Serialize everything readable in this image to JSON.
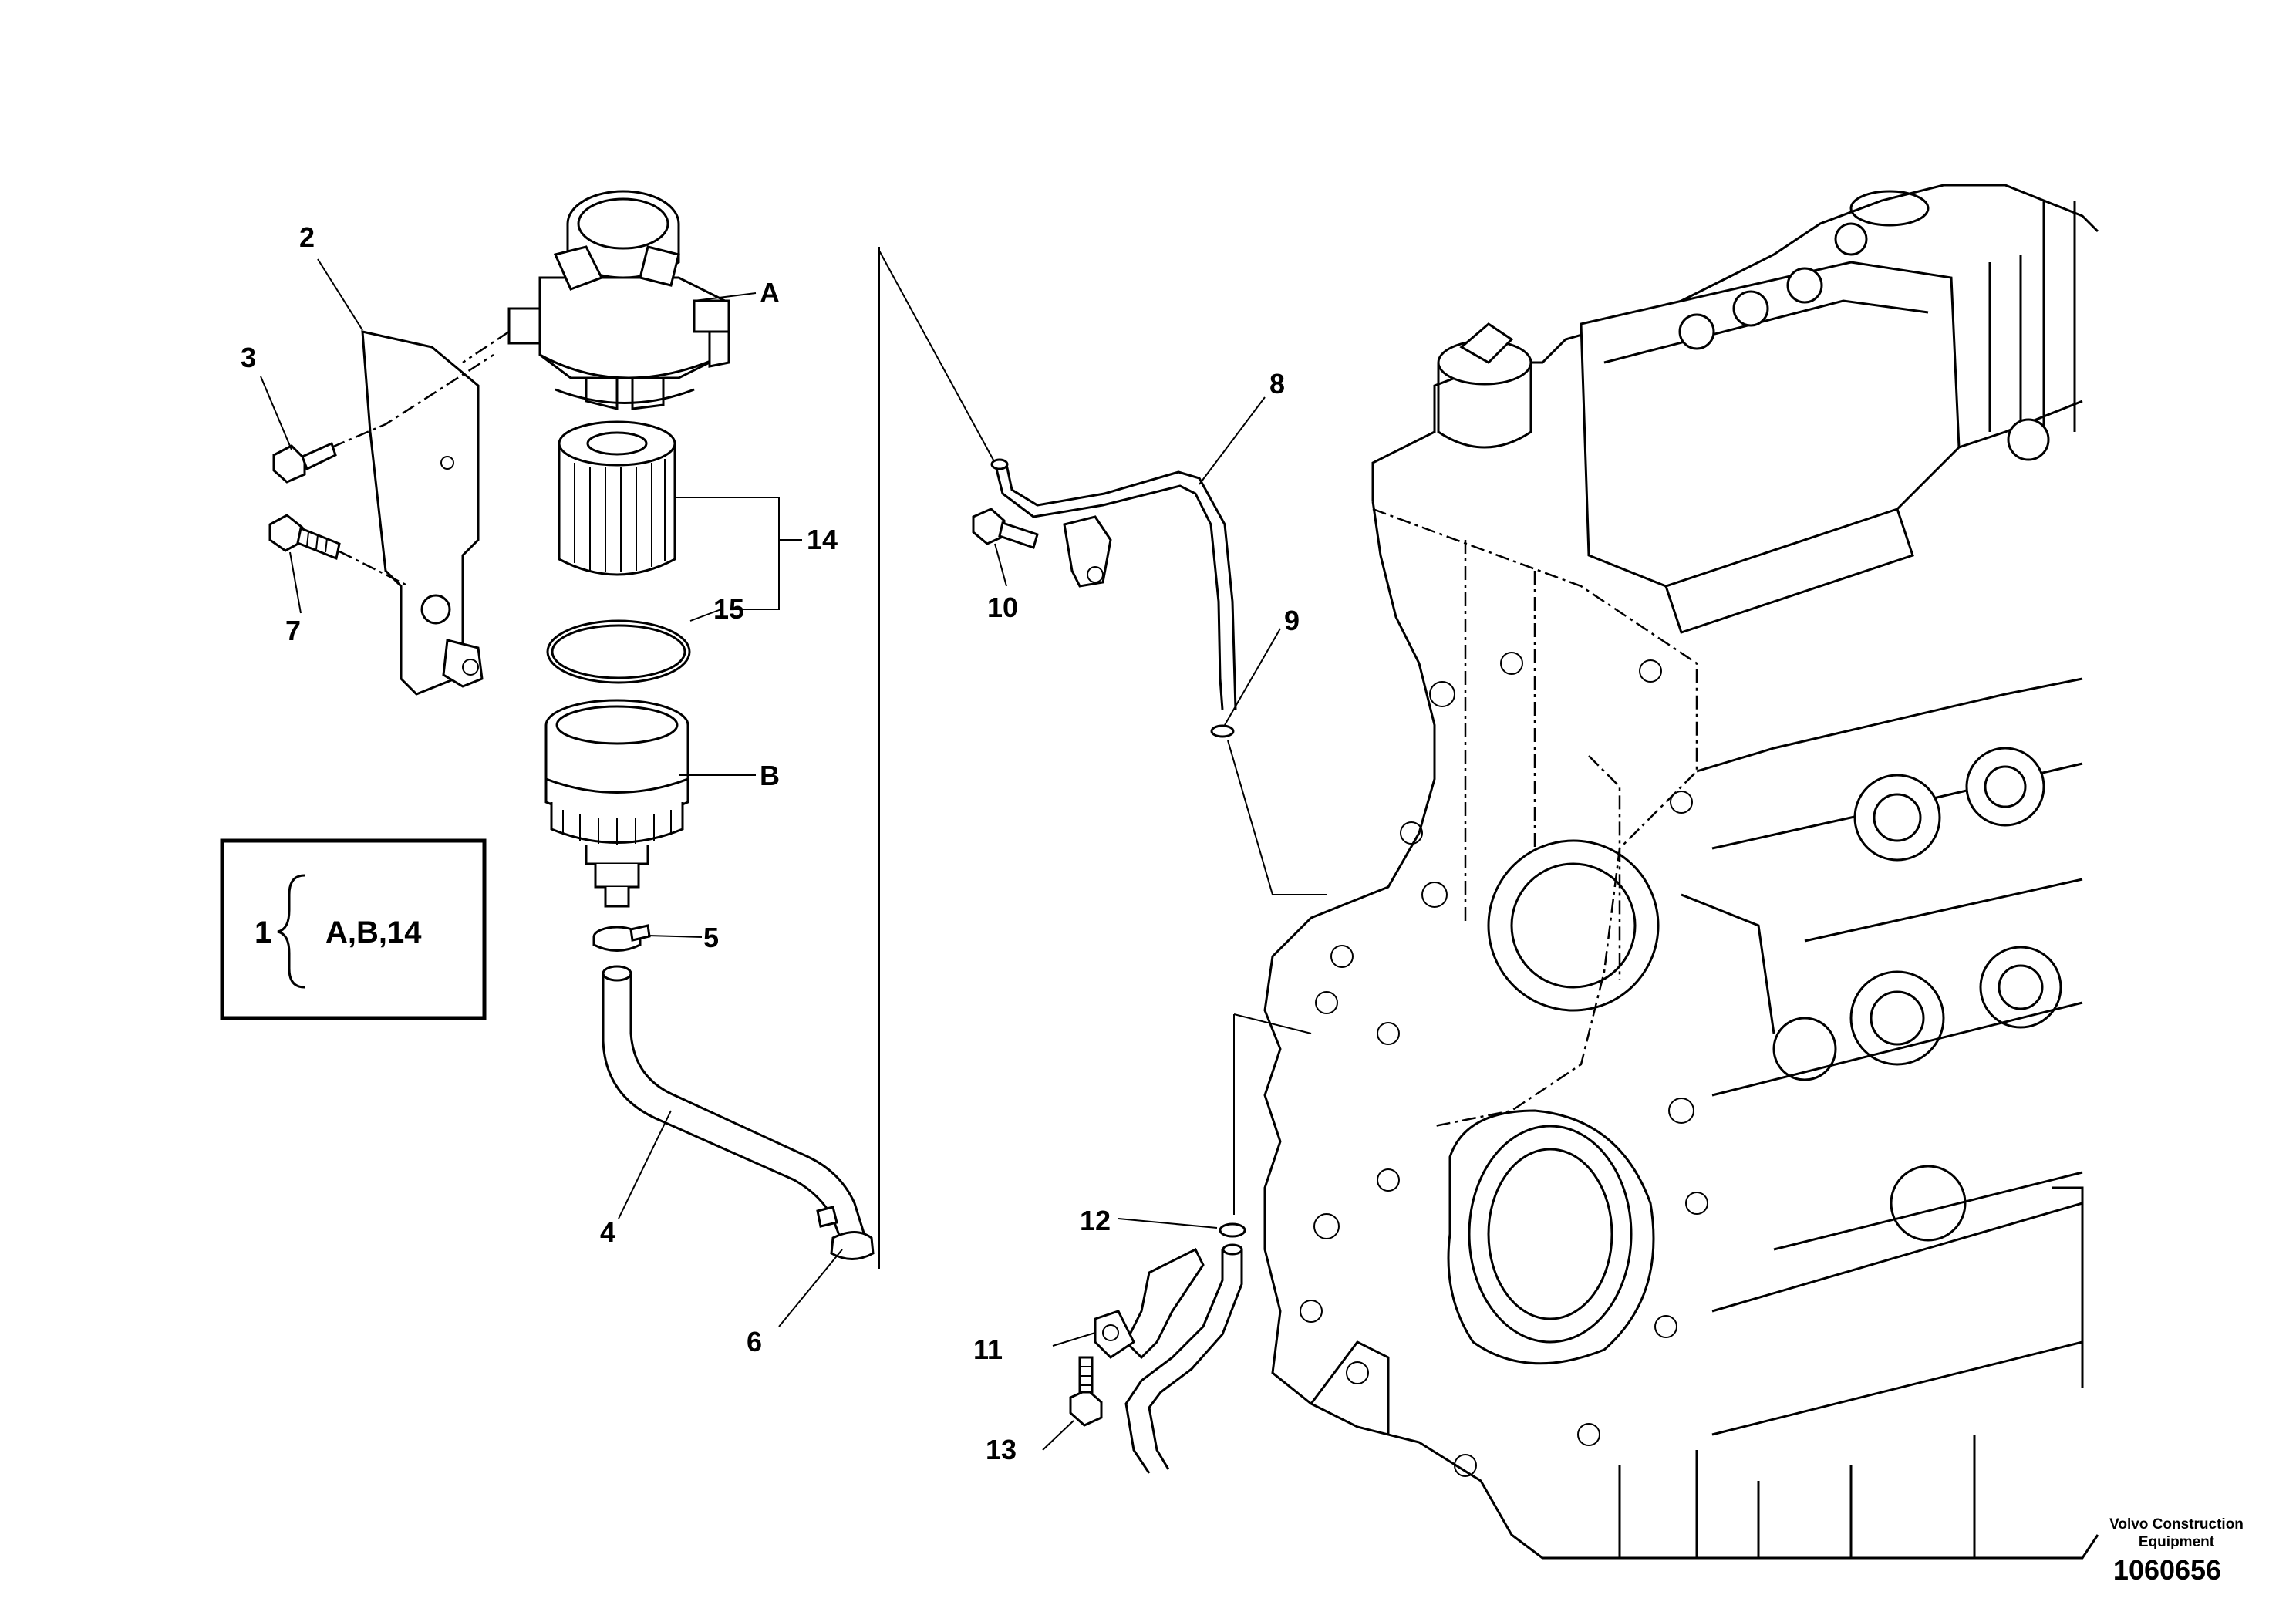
{
  "callouts": [
    {
      "id": "c2",
      "label": "2"
    },
    {
      "id": "c3",
      "label": "3"
    },
    {
      "id": "c7",
      "label": "7"
    },
    {
      "id": "cA",
      "label": "A"
    },
    {
      "id": "c14",
      "label": "14"
    },
    {
      "id": "c15",
      "label": "15"
    },
    {
      "id": "cB",
      "label": "B"
    },
    {
      "id": "c5",
      "label": "5"
    },
    {
      "id": "c4",
      "label": "4"
    },
    {
      "id": "c6",
      "label": "6"
    },
    {
      "id": "c8",
      "label": "8"
    },
    {
      "id": "c10",
      "label": "10"
    },
    {
      "id": "c9",
      "label": "9"
    },
    {
      "id": "c12",
      "label": "12"
    },
    {
      "id": "c11",
      "label": "11"
    },
    {
      "id": "c13",
      "label": "13"
    }
  ],
  "legend": {
    "number": "1",
    "items": "A,B,14"
  },
  "brand": {
    "line1": "Volvo Construction",
    "line2": "Equipment"
  },
  "document_number": "1060656"
}
